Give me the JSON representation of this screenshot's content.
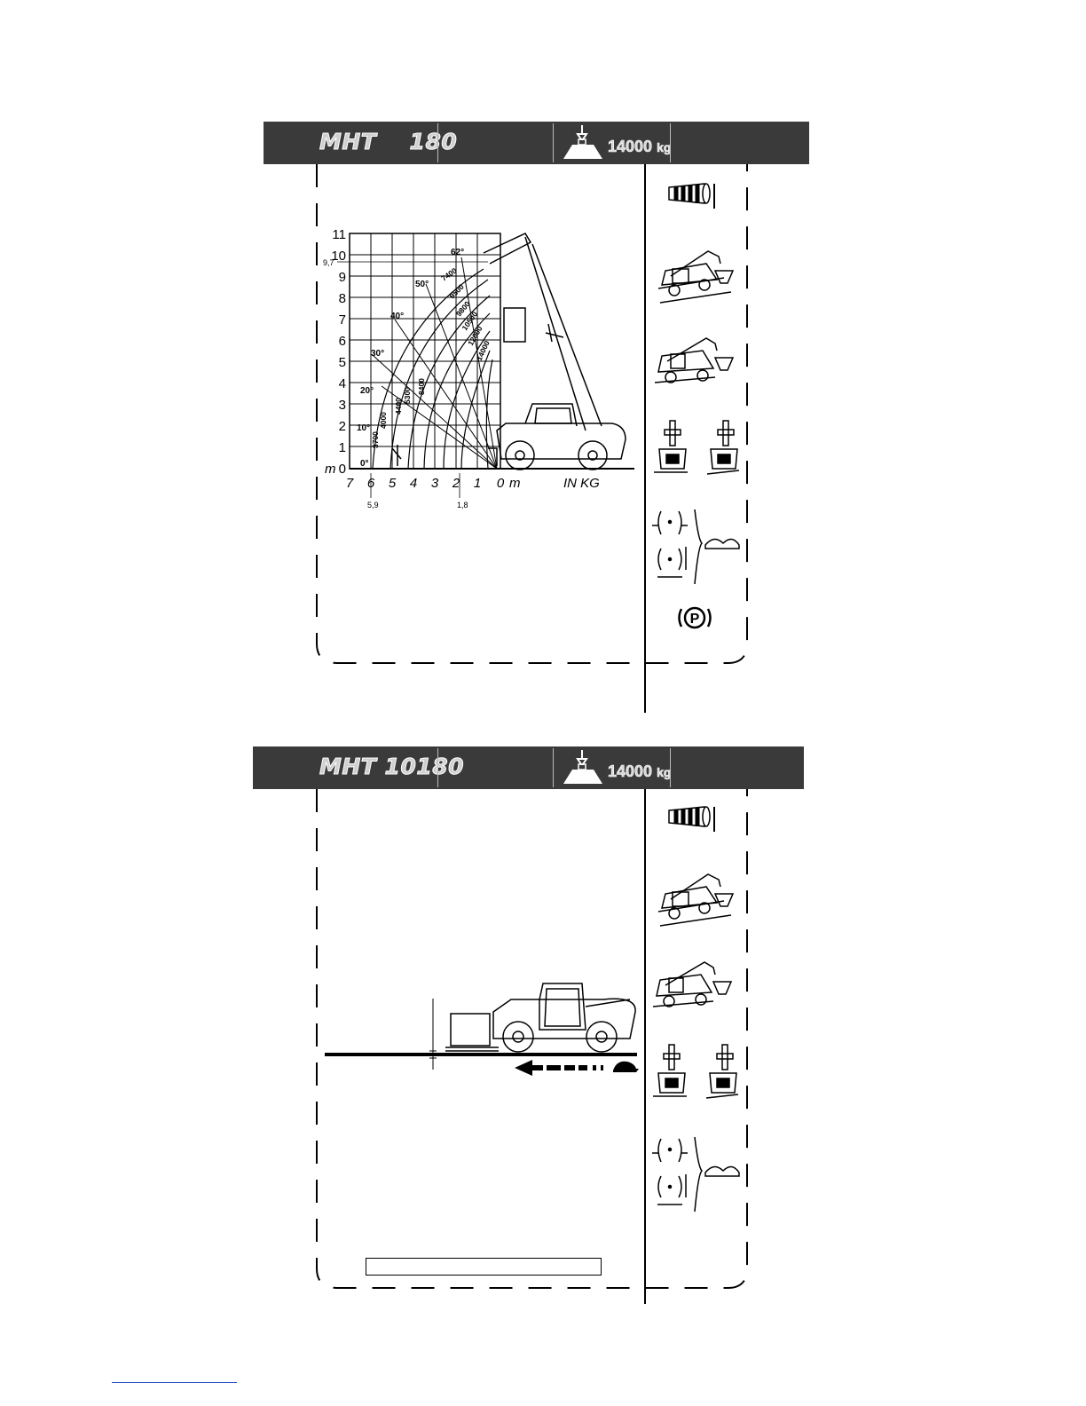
{
  "panel1": {
    "model": "MHT 180",
    "capacity": "14000",
    "capacity_unit": "kg",
    "chart": {
      "y_ticks": [
        "11",
        "10",
        "9",
        "8",
        "7",
        "6",
        "5",
        "4",
        "3",
        "2",
        "1",
        "0"
      ],
      "y_unit": "m",
      "y_extra": "9,7",
      "x_ticks": [
        "7",
        "6",
        "5",
        "4",
        "3",
        "2",
        "1",
        "0"
      ],
      "x_unit": "m",
      "x_extra_left": "5,9",
      "x_extra_right": "1,8",
      "unit_label": "IN KG",
      "angles": [
        "62°",
        "50°",
        "40°",
        "30°",
        "20°",
        "10°",
        "0°"
      ],
      "loads": [
        "7400",
        "9500",
        "9800",
        "10500",
        "12000",
        "14000",
        "8400",
        "5300",
        "4400",
        "4000",
        "3700"
      ]
    }
  },
  "panel2": {
    "model": "MHT 10180",
    "capacity": "14000",
    "capacity_unit": "kg"
  },
  "icons": {
    "wind": "windsock-icon",
    "slope_forward": "telehandler-slope-forward-icon",
    "slope_side": "telehandler-slope-side-icon",
    "level": "telehandler-level-icon",
    "tyres": "tyre-pressure-icon",
    "manual": "manual-book-icon",
    "parking": "parking-brake-icon",
    "direction": "travel-direction-arrow-icon",
    "turtle": "slow-speed-turtle-icon"
  },
  "colors": {
    "banner": "#3a3a3a",
    "footer_link": "#2b4fc7"
  }
}
